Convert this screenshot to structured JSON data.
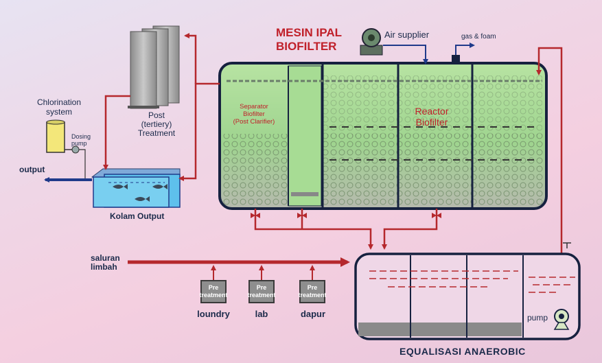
{
  "title": {
    "line1": "MESIN IPAL",
    "line2": "BIOFILTER"
  },
  "labels": {
    "air_supplier": "Air supplier",
    "gas_foam": "gas & foam",
    "chlorination": {
      "line1": "Chlorination",
      "line2": "system"
    },
    "dosing_pump": {
      "line1": "Dosing",
      "line2": "pump"
    },
    "output": "output",
    "post_treatment": {
      "line1": "Post",
      "line2": "(tertiery)",
      "line3": "Treatment"
    },
    "kolam_output": "Kolam Output",
    "separator": {
      "line1": "Separator",
      "line2": "Biofilter",
      "line3": "(Post Clarifier)"
    },
    "reactor": {
      "line1": "Reactor",
      "line2": "Biofilter"
    },
    "saluran": {
      "line1": "saluran",
      "line2": "limbah"
    },
    "pretreatment": {
      "line1": "Pre",
      "line2": "treatment"
    },
    "sources": [
      "loundry",
      "lab",
      "dapur"
    ],
    "pump": "pump",
    "equalisasi": "EQUALISASI ANAEROBIC"
  },
  "colors": {
    "pipe": "#b5282d",
    "blue_pipe": "#1f3a8a",
    "tank_fill": "#9fd48f",
    "tank_border": "#16213f",
    "title": "#c0202a"
  }
}
